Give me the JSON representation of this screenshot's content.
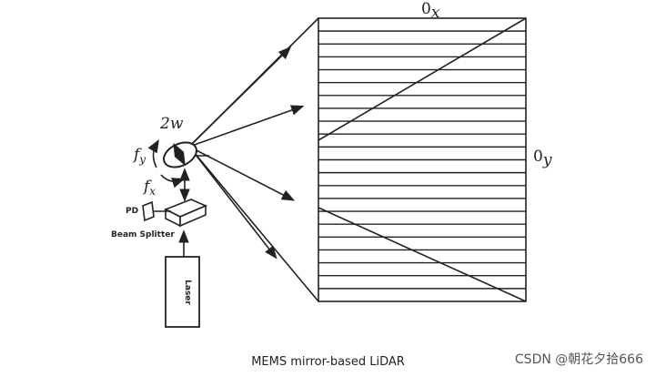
{
  "diagram": {
    "labels": {
      "top_angle_base": "0",
      "top_angle_sub": "x",
      "right_angle_base": "0",
      "right_angle_sub": "y",
      "mirror_width": "2w",
      "freq_y_base": "f",
      "freq_y_sub": "y",
      "freq_x_base": "f",
      "freq_x_sub": "x",
      "photodiode": "PD",
      "beam_splitter": "Beam Splitter",
      "laser": "Laser"
    },
    "scan_line_count": 21
  },
  "caption": "MEMS mirror-based LiDAR",
  "watermark": "CSDN @朝花夕拾666"
}
